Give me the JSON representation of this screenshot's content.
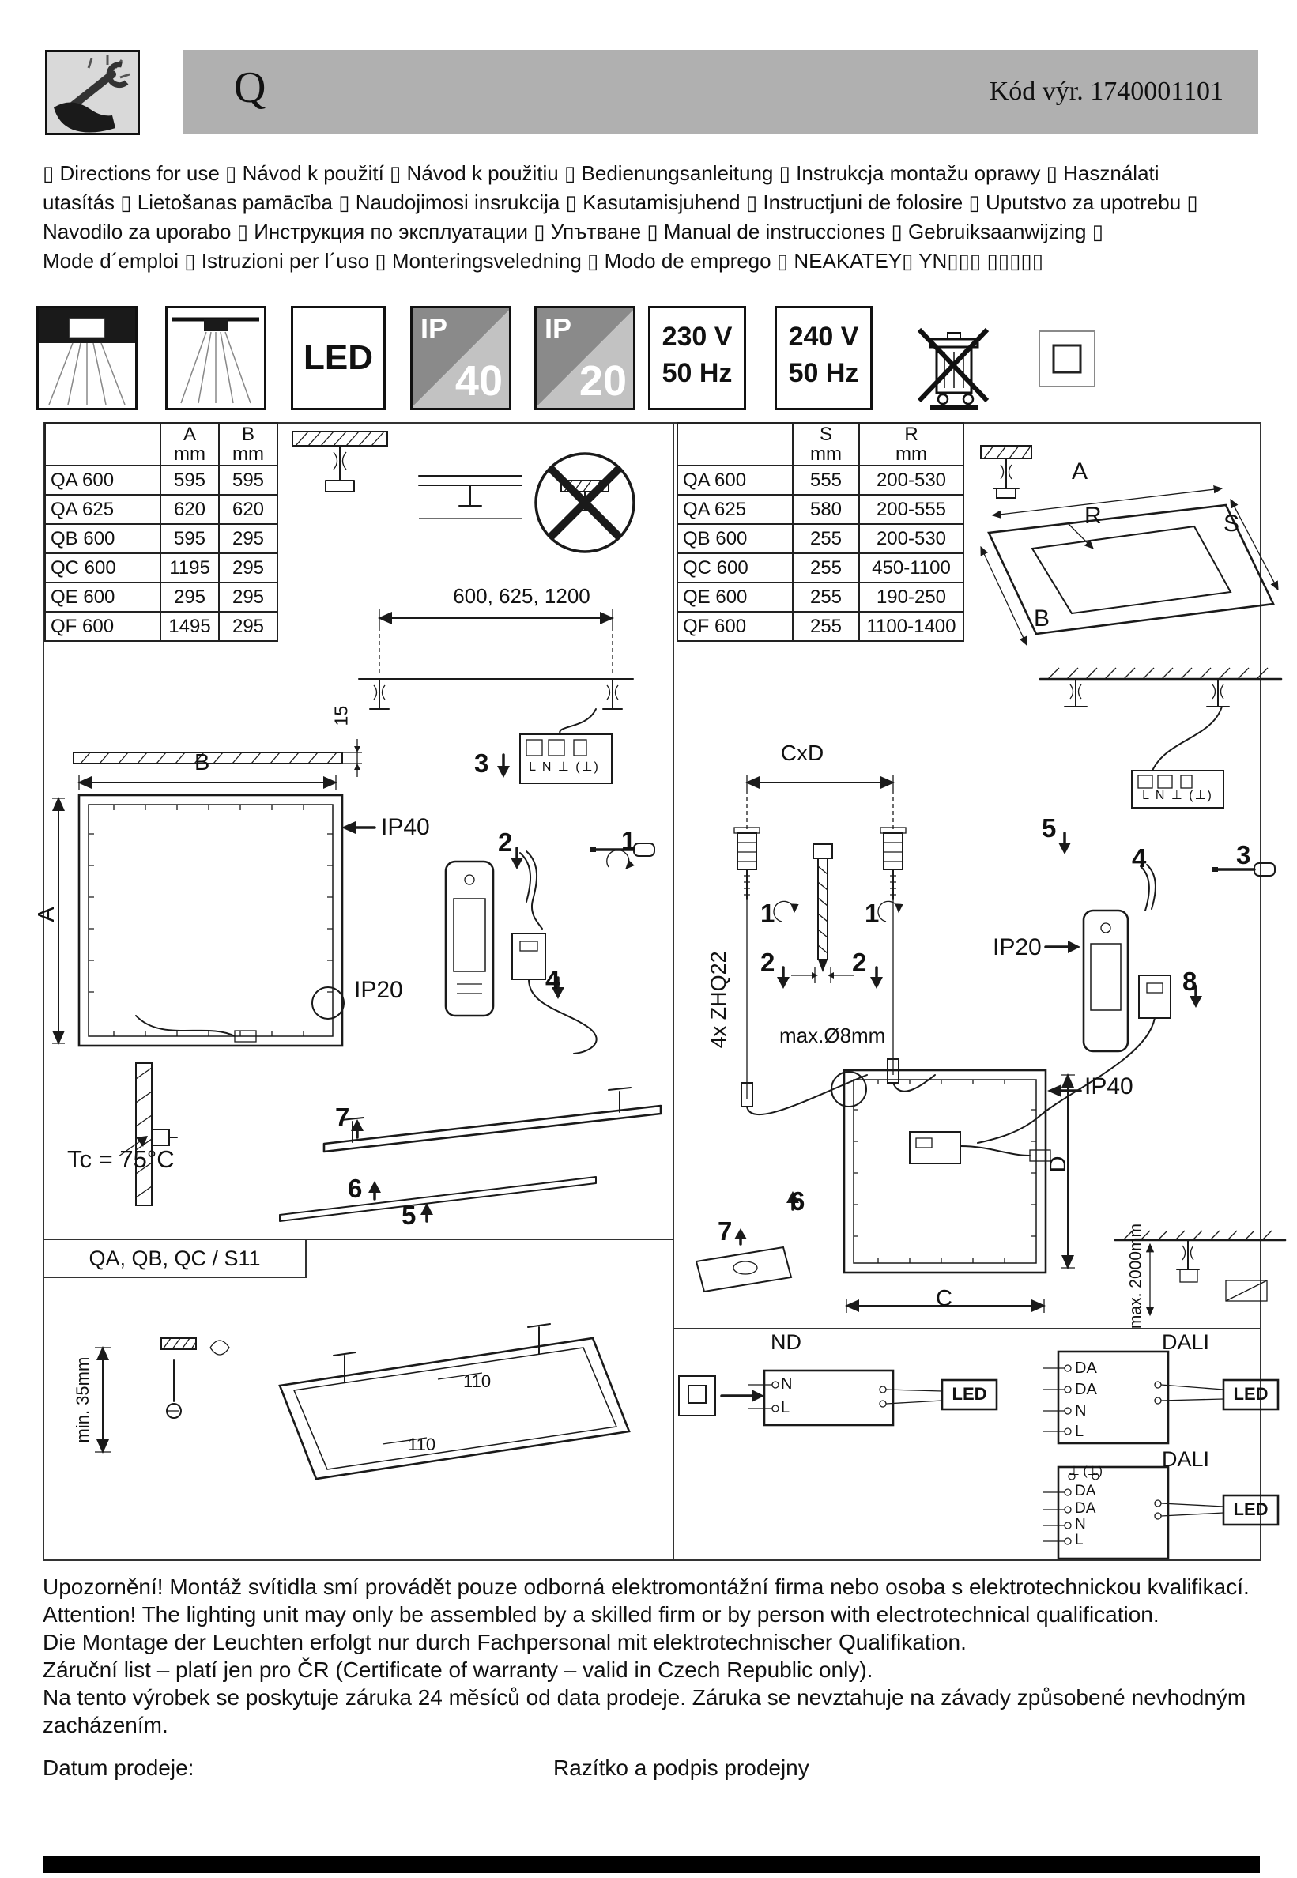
{
  "colors": {
    "header_bar": "#b0b0b0",
    "ink": "#111111",
    "icon_gray_dark": "#8a8a8a",
    "icon_gray_light": "#c2c2c2"
  },
  "header": {
    "title": "Q",
    "code": "Kód výr. 1740001101"
  },
  "intro": {
    "lines": [
      "▯ Directions for use ▯ Návod k použití ▯ Návod k použitiu ▯ Bedienungsanleitung ▯ Instrukcja montažu oprawy ▯ Használati",
      "utasítás ▯ Lietošanas pamācība ▯ Naudojimosi insrukcija ▯ Kasutamisjuhend ▯ Instructjuni de folosire ▯ Uputstvo za upotrebu ▯",
      "Navodilo za uporabo ▯ Инструкция по эксплуатации ▯ Упътване ▯ Manual de instrucciones ▯ Gebruiksaanwijzing ▯",
      "Mode d´emploi ▯ Istruzioni per l´uso ▯ Monteringsveledning ▯ Modo de emprego ▯ NEAKATEY▯ YN▯▯▯ ▯▯▯▯▯"
    ]
  },
  "pictogram_names": [
    "recessed-mounting",
    "surface-mounting",
    "led",
    "ip40",
    "ip20",
    "voltage-230",
    "voltage-240",
    "weee-crossed-bin",
    "class-ii-double-square"
  ],
  "pictograms": {
    "led": "LED",
    "ip": "IP",
    "ip40_num": "40",
    "ip20_num": "20",
    "v230_line1": "230 V",
    "v230_line2": "50 Hz",
    "v240_line1": "240 V",
    "v240_line2": "50 Hz"
  },
  "table_ab": {
    "headers": {
      "col1_top": "A",
      "col1_bottom": "mm",
      "col2_top": "B",
      "col2_bottom": "mm"
    },
    "rows": [
      {
        "name": "QA 600",
        "a": "595",
        "b": "595"
      },
      {
        "name": "QA 625",
        "a": "620",
        "b": "620"
      },
      {
        "name": "QB 600",
        "a": "595",
        "b": "295"
      },
      {
        "name": "QC 600",
        "a": "1195",
        "b": "295"
      },
      {
        "name": "QE 600",
        "a": "295",
        "b": "295"
      },
      {
        "name": "QF 600",
        "a": "1495",
        "b": "295"
      }
    ]
  },
  "table_sr": {
    "headers": {
      "col1_top": "S",
      "col1_bottom": "mm",
      "col2_top": "R",
      "col2_bottom": "mm"
    },
    "rows": [
      {
        "name": "QA 600",
        "s": "555",
        "r": "200-530"
      },
      {
        "name": "QA 625",
        "s": "580",
        "r": "200-555"
      },
      {
        "name": "QB 600",
        "s": "255",
        "r": "200-530"
      },
      {
        "name": "QC 600",
        "s": "255",
        "r": "450-1100"
      },
      {
        "name": "QE 600",
        "s": "255",
        "r": "190-250"
      },
      {
        "name": "QF 600",
        "s": "255",
        "r": "1100-1400"
      }
    ]
  },
  "steps": {
    "n1": "1",
    "n2": "2",
    "n3": "3",
    "n4": "4",
    "n5": "5",
    "n6": "6",
    "n7": "7",
    "n8": "8"
  },
  "terminal_label": "L N ⊥ (⊥)",
  "diagram_left": {
    "dim_top": "600, 625, 1200",
    "dim_15": "15",
    "dim_b": "B",
    "dim_a": "A",
    "ip40": "IP40",
    "ip20": "IP20",
    "tc": "Tc = 75°C",
    "section_label": "QA, QB, QC / S11",
    "min_35": "min. 35mm",
    "dim_110": "110"
  },
  "diagram_right": {
    "dim_a": "A",
    "dim_r": "R",
    "dim_s": "S",
    "dim_b": "B",
    "cxd": "CxD",
    "zhq": "4x ZHQ22",
    "max_8": "max.Ø8mm",
    "ip20": "IP20",
    "ip40": "IP40",
    "dim_c": "C",
    "dim_d": "D",
    "max_2000": "max. 2000mm"
  },
  "wiring": {
    "nd": "ND",
    "dali": "DALI",
    "led": "LED",
    "n": "N",
    "l": "L",
    "da": "DA",
    "ground": "⊥ (⊥)"
  },
  "footer": {
    "lines": [
      "Upozornění! Montáž svítidla smí provádět pouze odborná elektromontážní firma nebo osoba s elektrotechnickou kvalifikací.",
      "Attention! The lighting unit may only be assembled by a skilled firm or by person with electrotechnical qualification.",
      "Die Montage der Leuchten erfolgt nur durch Fachpersonal mit elektrotechnischer Qualifikation.",
      "Záruční list – platí jen pro ČR (Certificate of warranty – valid in Czech Republic only).",
      "Na tento výrobek se poskytuje záruka 24 měsíců od data prodeje. Záruka se nevztahuje na závady způsobené nevhodným zacházením."
    ],
    "date_label": "Datum prodeje:",
    "stamp_label": "Razítko a podpis prodejny"
  }
}
